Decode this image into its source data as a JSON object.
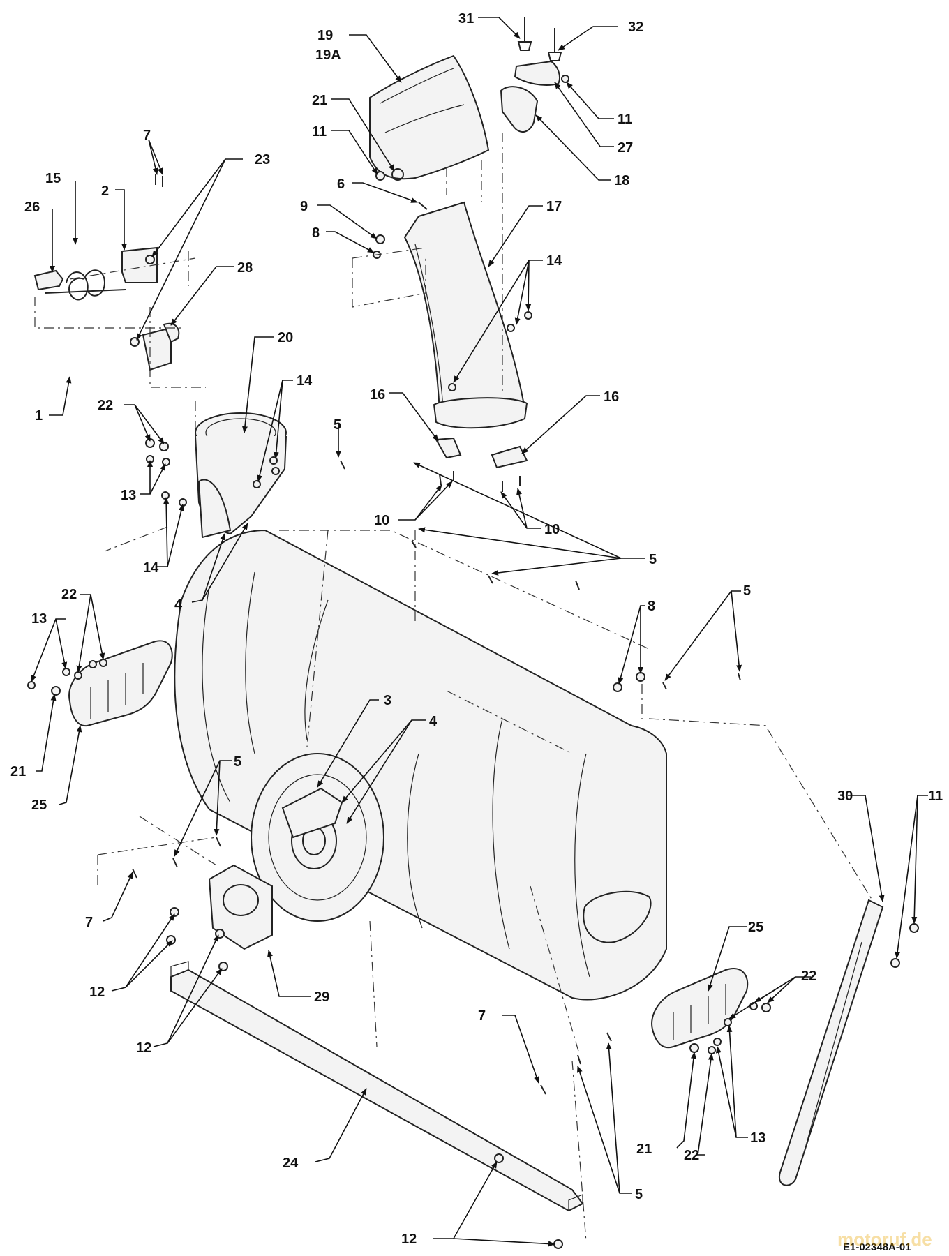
{
  "drawing_number": "E1-02348A-01",
  "watermark": "motoruf.de",
  "callouts": [
    "1",
    "2",
    "3",
    "4",
    "4",
    "5",
    "5",
    "5",
    "5",
    "5",
    "5",
    "5",
    "6",
    "7",
    "7",
    "7",
    "8",
    "8",
    "9",
    "10",
    "10",
    "11",
    "11",
    "11",
    "12",
    "12",
    "12",
    "13",
    "13",
    "13",
    "14",
    "14",
    "14",
    "15",
    "16",
    "16",
    "17",
    "18",
    "19",
    "19A",
    "20",
    "21",
    "21",
    "21",
    "22",
    "22",
    "22",
    "22",
    "23",
    "24",
    "25",
    "25",
    "26",
    "27",
    "28",
    "29",
    "30",
    "31",
    "32"
  ]
}
